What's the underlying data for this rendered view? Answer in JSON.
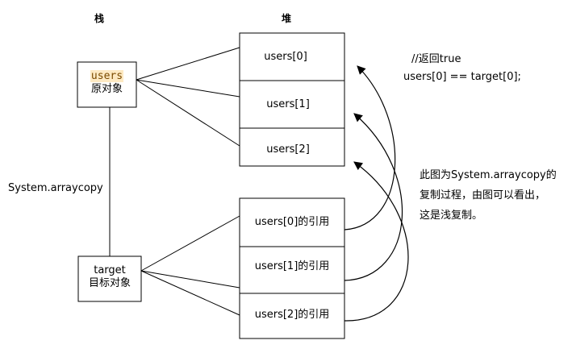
{
  "headings": {
    "stack": "栈",
    "heap": "堆"
  },
  "stack_objects": {
    "users": {
      "name": "users",
      "desc": "原对象",
      "highlight_color": "#fde9c2"
    },
    "target": {
      "name": "target",
      "desc": "目标对象"
    }
  },
  "connector_label": "System.arraycopy",
  "heap_users": [
    "users[0]",
    "users[1]",
    "users[2]"
  ],
  "heap_target": [
    "users[0]的引用",
    "users[1]的引用",
    "users[2]的引用"
  ],
  "code_note": {
    "comment": "//返回true",
    "expression": "users[0] == target[0];"
  },
  "explanation": {
    "line1": "此图为System.arraycopy的",
    "line2": "复制过程，由图可以看出，",
    "line3": "这是浅复制。"
  }
}
